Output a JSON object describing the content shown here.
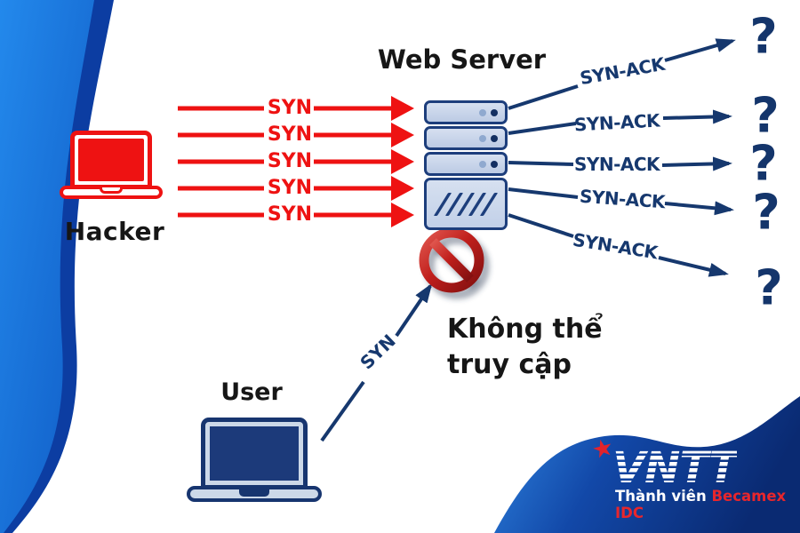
{
  "colors": {
    "attack_red": "#ee1212",
    "navy": "#16386e",
    "question_navy": "#14356b",
    "text_black": "#161616",
    "server_fill": "#c9d6ea",
    "server_border": "#1d3e7c",
    "left_shape_blue": "#1f7de4",
    "left_shape_dark": "#0c3da2",
    "wave_blue_light": "#2f86e2",
    "wave_blue_dark": "#0a2a72",
    "logo_red": "#e3232b"
  },
  "hacker": {
    "label": "Hacker"
  },
  "user": {
    "label": "User",
    "syn_label": "SYN"
  },
  "server": {
    "title": "Web Server"
  },
  "blocked": {
    "line1": "Không thể",
    "line2": "truy cập"
  },
  "flood": {
    "syn_labels": [
      "SYN",
      "SYN",
      "SYN",
      "SYN",
      "SYN"
    ]
  },
  "responses": {
    "synack_labels": [
      "SYN-ACK",
      "SYN-ACK",
      "SYN-ACK",
      "SYN-ACK",
      "SYN-ACK"
    ],
    "question_marks": [
      "?",
      "?",
      "?",
      "?",
      "?"
    ]
  },
  "logo": {
    "star": "★",
    "name": "VNTT",
    "tagline_prefix": "Thành viên ",
    "tagline_brand": "Becamex IDC"
  }
}
